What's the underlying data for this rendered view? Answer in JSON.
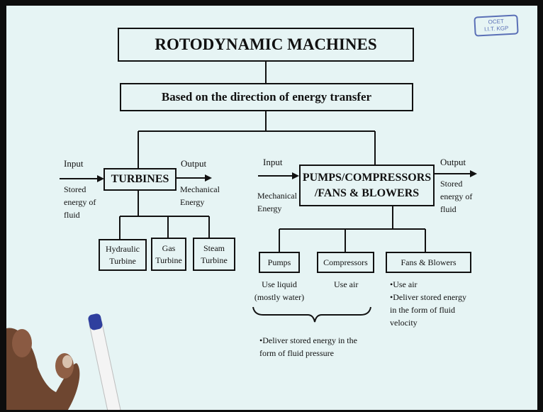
{
  "stamp": {
    "line1": "OCET",
    "line2": "I.I.T. KGP"
  },
  "title": "ROTODYNAMIC MACHINES",
  "subtitle": "Based on the direction of energy transfer",
  "turbines": {
    "label": "TURBINES",
    "input": "Input",
    "output": "Output",
    "input_desc": [
      "Stored",
      "energy of",
      "fluid"
    ],
    "output_desc": [
      "Mechanical",
      "Energy"
    ],
    "children": [
      [
        "Hydraulic",
        "Turbine"
      ],
      [
        "Gas",
        "Turbine"
      ],
      [
        "Steam",
        "Turbine"
      ]
    ]
  },
  "pumps": {
    "label_line1": "PUMPS/COMPRESSORS",
    "label_line2": "/FANS & BLOWERS",
    "input": "Input",
    "output": "Output",
    "input_desc": [
      "Mechanical",
      "Energy"
    ],
    "output_desc": [
      "Stored",
      "energy of",
      "fluid"
    ],
    "children": [
      "Pumps",
      "Compressors",
      "Fans & Blowers"
    ],
    "pumps_note": [
      "Use liquid",
      "(mostly water)"
    ],
    "compressors_note": "Use air",
    "fans_note": [
      "•Use air",
      "•Deliver stored energy",
      "in the form of fluid",
      "velocity"
    ],
    "brace_note": [
      "•Deliver stored energy in the",
      "form of fluid pressure"
    ]
  }
}
